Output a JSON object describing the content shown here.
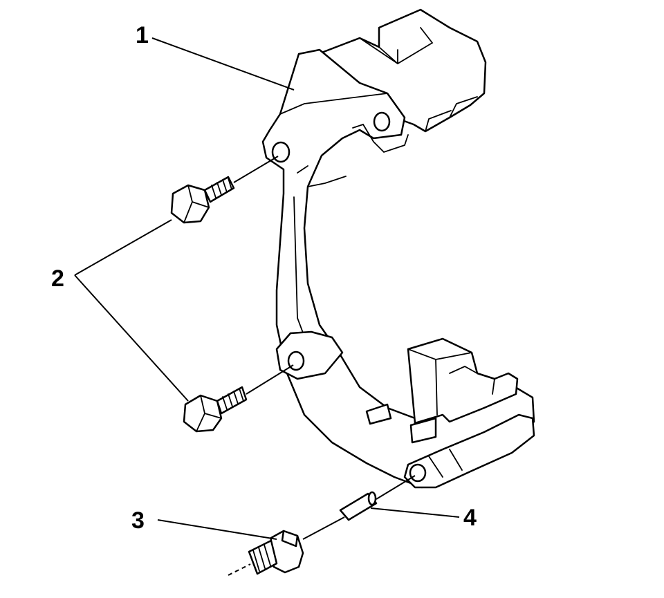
{
  "callouts": {
    "one": "1",
    "two": "2",
    "three": "3",
    "four": "4"
  },
  "parts": [
    {
      "callout": "1",
      "name": "caliper-bracket"
    },
    {
      "callout": "2",
      "name": "bracket-bolts"
    },
    {
      "callout": "3",
      "name": "guide-pin-bolt"
    },
    {
      "callout": "4",
      "name": "guide-pin-sleeve"
    }
  ]
}
